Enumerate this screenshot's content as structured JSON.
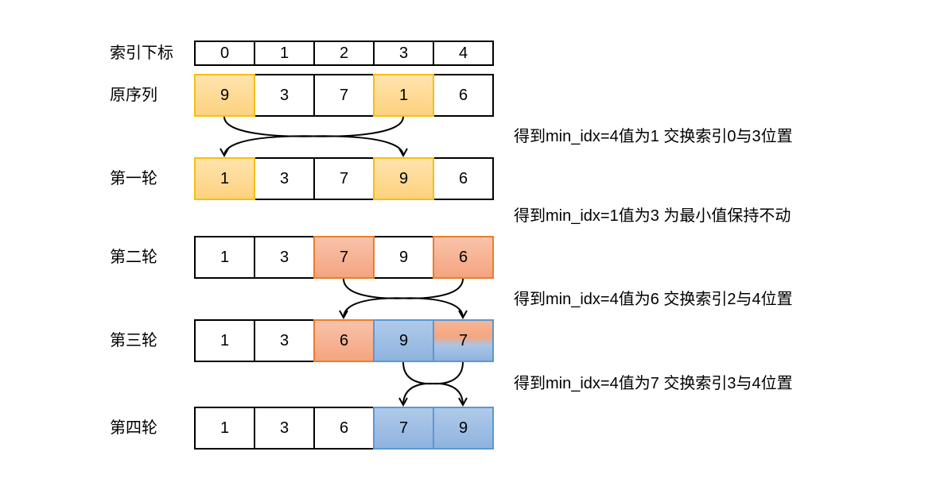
{
  "rows": [
    {
      "label": "索引下标",
      "cells": [
        {
          "v": "0",
          "c": ""
        },
        {
          "v": "1",
          "c": ""
        },
        {
          "v": "2",
          "c": ""
        },
        {
          "v": "3",
          "c": ""
        },
        {
          "v": "4",
          "c": ""
        }
      ]
    },
    {
      "label": "原序列",
      "cells": [
        {
          "v": "9",
          "c": "yellow"
        },
        {
          "v": "3",
          "c": ""
        },
        {
          "v": "7",
          "c": ""
        },
        {
          "v": "1",
          "c": "yellow"
        },
        {
          "v": "6",
          "c": ""
        }
      ]
    },
    {
      "label": "第一轮",
      "cells": [
        {
          "v": "1",
          "c": "yellow"
        },
        {
          "v": "3",
          "c": ""
        },
        {
          "v": "7",
          "c": ""
        },
        {
          "v": "9",
          "c": "yellow"
        },
        {
          "v": "6",
          "c": ""
        }
      ]
    },
    {
      "label": "第二轮",
      "cells": [
        {
          "v": "1",
          "c": ""
        },
        {
          "v": "3",
          "c": ""
        },
        {
          "v": "7",
          "c": "red"
        },
        {
          "v": "9",
          "c": ""
        },
        {
          "v": "6",
          "c": "red"
        }
      ]
    },
    {
      "label": "第三轮",
      "cells": [
        {
          "v": "1",
          "c": ""
        },
        {
          "v": "3",
          "c": ""
        },
        {
          "v": "6",
          "c": "red"
        },
        {
          "v": "9",
          "c": "blue"
        },
        {
          "v": "7",
          "c": "mixed"
        }
      ]
    },
    {
      "label": "第四轮",
      "cells": [
        {
          "v": "1",
          "c": ""
        },
        {
          "v": "3",
          "c": ""
        },
        {
          "v": "6",
          "c": ""
        },
        {
          "v": "7",
          "c": "blue"
        },
        {
          "v": "9",
          "c": "blue"
        }
      ]
    }
  ],
  "notes": [
    "得到min_idx=4值为1 交换索引0与3位置",
    "得到min_idx=1值为3 为最小值保持不动",
    "得到min_idx=4值为6 交换索引2与4位置",
    "得到min_idx=4值为7 交换索引3与4位置"
  ],
  "swaps": [
    [
      0,
      3
    ],
    [
      2,
      4
    ],
    [
      3,
      4
    ]
  ],
  "colors": {
    "yellow": "#fdd27f",
    "red": "#f5a47f",
    "blue": "#8fb3df"
  }
}
